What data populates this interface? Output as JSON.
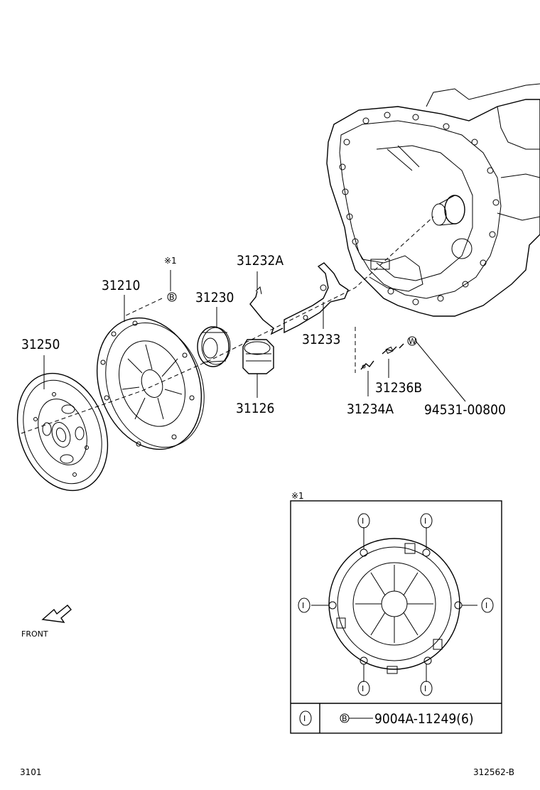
{
  "parts": {
    "p31250": "31250",
    "p31210": "31210",
    "p31230": "31230",
    "p31232A": "31232A",
    "p31233": "31233",
    "p31126": "31126",
    "p31236B": "31236B",
    "p31234A": "31234A",
    "p94531": "94531-00800"
  },
  "notes": {
    "ref_mark_top": "※1",
    "circle_b_top": "B",
    "circle_w": "W",
    "detail_mark": "※1",
    "front": "FRONT"
  },
  "detail": {
    "circle_i": "I",
    "legend_key": "I",
    "legend_b": "B",
    "legend_part": "9004A-11249(6)"
  },
  "footer": {
    "left": "3101",
    "right": "312562-B"
  }
}
